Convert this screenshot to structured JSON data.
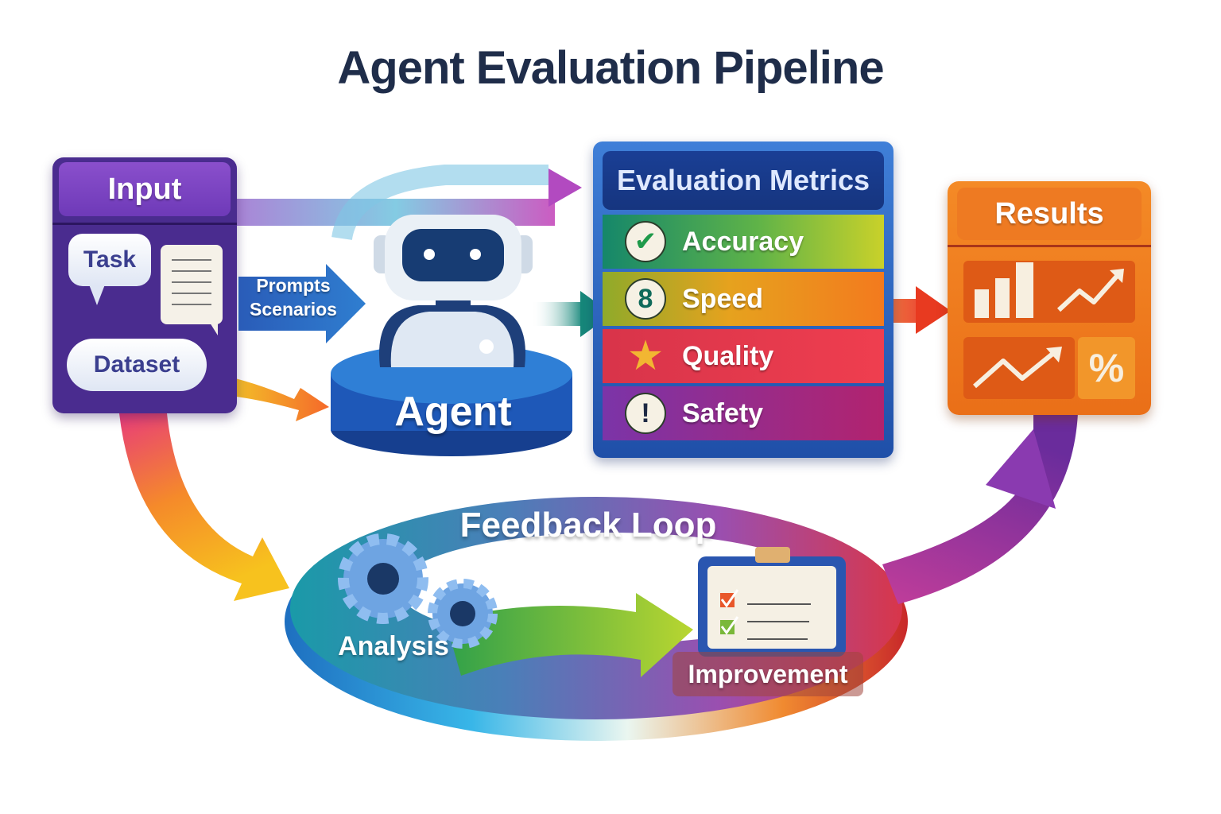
{
  "title": "Agent Evaluation Pipeline",
  "input": {
    "header": "Input",
    "items": [
      {
        "label": "Task",
        "icon": "speech-bubble-icon"
      },
      {
        "label": "",
        "icon": "document-note-icon"
      },
      {
        "label": "Dataset",
        "icon": "cloud-icon"
      }
    ]
  },
  "prompts_arrow": {
    "line1": "Prompts",
    "line2": "Scenarios"
  },
  "agent": {
    "label": "Agent",
    "icon": "robot-icon"
  },
  "metrics": {
    "header": "Evaluation Metrics",
    "items": [
      {
        "label": "Accuracy",
        "icon": "checkmark-icon",
        "glyph": "✔",
        "color": "#1f9a4a"
      },
      {
        "label": "Speed",
        "icon": "stopwatch-icon",
        "glyph": "8",
        "color": "#0f6a5a"
      },
      {
        "label": "Quality",
        "icon": "star-icon",
        "glyph": "★",
        "color": "#f2b632"
      },
      {
        "label": "Safety",
        "icon": "exclamation-icon",
        "glyph": "!",
        "color": "#1e2a44"
      }
    ]
  },
  "results": {
    "header": "Results",
    "icons": [
      "bar-chart-icon",
      "trend-up-icon",
      "trend-line-icon",
      "percent-icon"
    ],
    "percent_glyph": "%"
  },
  "feedback": {
    "title": "Feedback Loop",
    "analysis": "Analysis",
    "improvement": "Improvement"
  },
  "colors": {
    "title": "#1f2d4a",
    "input": "#4a2c8f",
    "metrics": "#1f4fa8",
    "results": "#f07d20"
  }
}
